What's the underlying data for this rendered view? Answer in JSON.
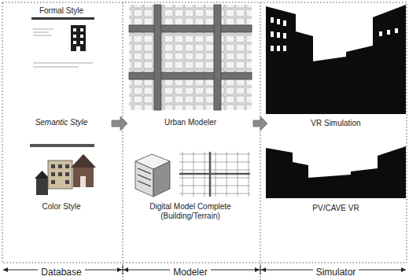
{
  "diagram": {
    "nodes": [
      {
        "text": [
          "Database"
        ]
      },
      {
        "text": [
          "Formal Style"
        ],
        "in": 0
      },
      {
        "text": [
          "Semantic Style"
        ],
        "in": 0
      },
      {
        "text": [
          "Color Style"
        ],
        "in": 0
      },
      {
        "text": [
          "Modeler"
        ]
      },
      {
        "text": [
          "Urban Modeler"
        ],
        "in": 4
      },
      {
        "text": [
          "Digital Model Complete (Building/Terrain)"
        ],
        "in": 4
      },
      {
        "text": [
          "Simulator"
        ]
      },
      {
        "text": [
          "VR Simulation"
        ],
        "in": 7
      },
      {
        "text": [
          "PV/CAVE VR"
        ],
        "in": 7
      }
    ],
    "edges": [
      {
        "from": 0,
        "to": 4,
        "arrow": "to"
      },
      {
        "from": 4,
        "to": 7,
        "arrow": "to"
      }
    ]
  }
}
